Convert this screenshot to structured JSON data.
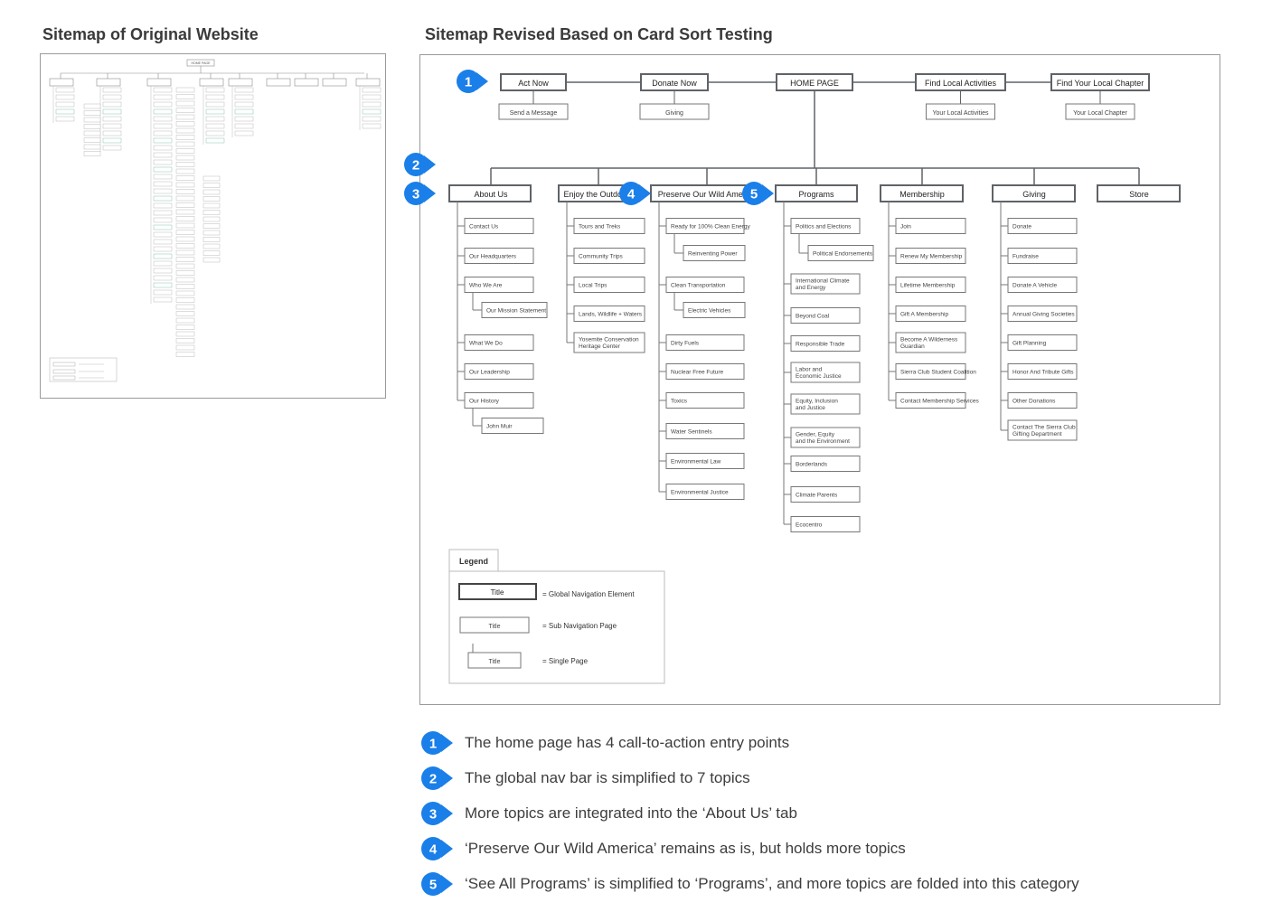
{
  "headings": {
    "original": "Sitemap of Original Website",
    "revised": "Sitemap Revised Based on Card Sort Testing"
  },
  "original_sitemap": {
    "home_label": "HOME PAGE"
  },
  "revised_sitemap": {
    "top_row": [
      {
        "label": "Act Now",
        "child": "Send a Message"
      },
      {
        "label": "Donate Now",
        "child": "Giving"
      },
      {
        "label": "HOME PAGE",
        "child": ""
      },
      {
        "label": "Find Local Activities",
        "child": "Your Local Activities"
      },
      {
        "label": "Find Your Local Chapter",
        "child": "Your Local Chapter"
      }
    ],
    "nav": [
      {
        "label": "About Us",
        "children": [
          {
            "label": "Contact Us"
          },
          {
            "label": "Our Headquarters"
          },
          {
            "label": "Who We Are",
            "sub": [
              "Our Mission Statement"
            ]
          },
          {
            "label": "What We Do"
          },
          {
            "label": "Our Leadership"
          },
          {
            "label": "Our History",
            "sub": [
              "John Muir"
            ]
          }
        ]
      },
      {
        "label": "Enjoy the Outdoors",
        "children": [
          {
            "label": "Tours and Treks"
          },
          {
            "label": "Community Trips"
          },
          {
            "label": "Local Trips"
          },
          {
            "label": "Lands, Wildlife + Waters"
          },
          {
            "label": "Yosemite Conservation\nHeritage Center"
          }
        ]
      },
      {
        "label": "Preserve Our Wild America",
        "children": [
          {
            "label": "Ready for 100% Clean Energy",
            "sub": [
              "Reinventing Power"
            ]
          },
          {
            "label": "Clean Transportation",
            "sub": [
              "Electric Vehicles"
            ]
          },
          {
            "label": "Dirty Fuels"
          },
          {
            "label": "Nuclear Free Future"
          },
          {
            "label": "Toxics"
          },
          {
            "label": "Water Sentinels"
          },
          {
            "label": "Environmental Law"
          },
          {
            "label": "Environmental Justice"
          }
        ]
      },
      {
        "label": "Programs",
        "children": [
          {
            "label": "Politics and Elections",
            "sub": [
              "Political Endorsements"
            ]
          },
          {
            "label": "International Climate\nand Energy"
          },
          {
            "label": "Beyond Coal"
          },
          {
            "label": "Responsible Trade"
          },
          {
            "label": "Labor and\nEconomic Justice"
          },
          {
            "label": "Equity, Inclusion\nand Justice"
          },
          {
            "label": "Gender, Equity\nand the Environment"
          },
          {
            "label": "Borderlands"
          },
          {
            "label": "Climate Parents"
          },
          {
            "label": "Ecocentro"
          }
        ]
      },
      {
        "label": "Membership",
        "children": [
          {
            "label": "Join"
          },
          {
            "label": "Renew My Membership"
          },
          {
            "label": "Lifetime Membership"
          },
          {
            "label": "Gift A Membership"
          },
          {
            "label": "Become A Wilderness\nGuardian"
          },
          {
            "label": "Sierra Club Student Coalition"
          },
          {
            "label": "Contact Membership Services"
          }
        ]
      },
      {
        "label": "Giving",
        "children": [
          {
            "label": "Donate"
          },
          {
            "label": "Fundraise"
          },
          {
            "label": "Donate A Vehicle"
          },
          {
            "label": "Annual Giving Societies"
          },
          {
            "label": "Gift Planning"
          },
          {
            "label": "Honor And Tribute Gifts"
          },
          {
            "label": "Other Donations"
          },
          {
            "label": "Contact The Sierra Club\nGifting Department"
          }
        ]
      },
      {
        "label": "Store",
        "children": []
      }
    ],
    "legend": {
      "title": "Legend",
      "items": [
        {
          "box": "Title",
          "desc": "= Global Navigation Element"
        },
        {
          "box": "Title",
          "desc": "= Sub Navigation Page"
        },
        {
          "box": "Title",
          "desc": "= Single Page"
        }
      ]
    }
  },
  "badges": [
    "1",
    "2",
    "3",
    "4",
    "5"
  ],
  "badge_color": "#1a7fe8",
  "notes": [
    {
      "num": "1",
      "text": "The home page has 4 call-to-action entry points"
    },
    {
      "num": "2",
      "text": "The global nav bar is simplified to 7 topics"
    },
    {
      "num": "3",
      "text": "More topics are integrated into the ‘About Us’ tab"
    },
    {
      "num": "4",
      "text": "‘Preserve Our Wild America’ remains as is, but holds more topics"
    },
    {
      "num": "5",
      "text": "‘See All Programs’ is simplified to ‘Programs’, and more topics are folded into this category"
    }
  ]
}
